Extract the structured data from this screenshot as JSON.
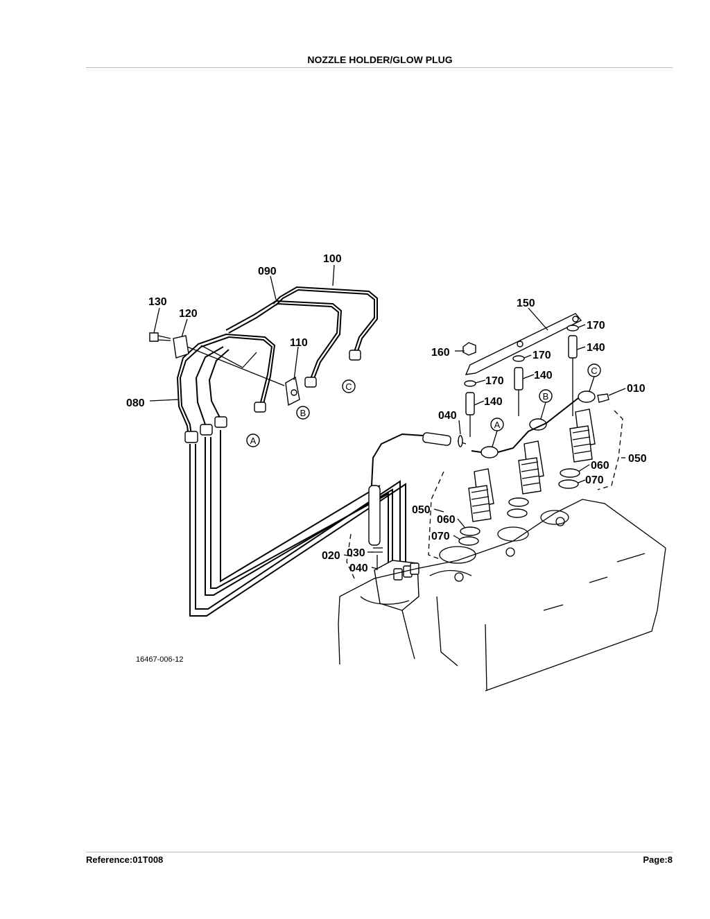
{
  "header": {
    "title": "NOZZLE HOLDER/GLOW PLUG"
  },
  "footer": {
    "reference": "Reference:01T008",
    "page": "Page:8"
  },
  "diagram": {
    "drawing_number": "16467-006-12",
    "callouts": {
      "c100": "100",
      "c090": "090",
      "c130": "130",
      "c120": "120",
      "c110": "110",
      "c080": "080",
      "c150": "150",
      "c170a": "170",
      "c140a": "140",
      "c160": "160",
      "c170b": "170",
      "c140b": "140",
      "c170c": "170",
      "c140c": "140",
      "c010": "010",
      "c040a": "040",
      "c050a": "050",
      "c060a": "060",
      "c070a": "070",
      "c050b": "050",
      "c060b": "060",
      "c070b": "070",
      "c020": "020",
      "c030": "030",
      "c040b": "040"
    },
    "connection_marks": {
      "a1": "A",
      "b1": "B",
      "c1": "C",
      "a2": "A",
      "b2": "B",
      "c2": "C"
    }
  }
}
